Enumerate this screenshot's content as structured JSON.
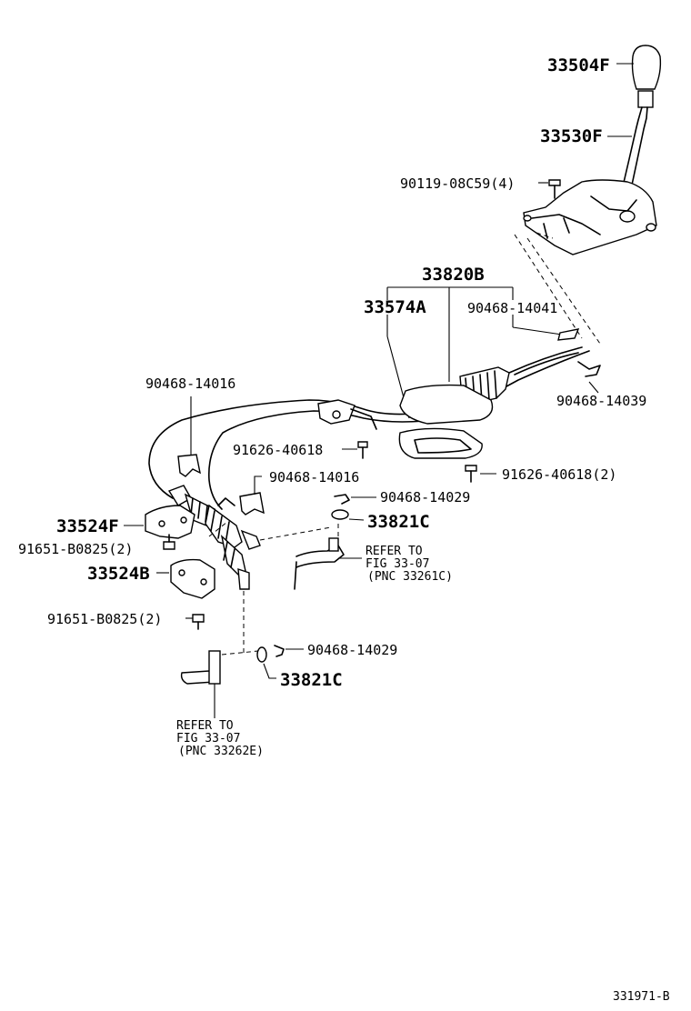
{
  "labels": {
    "p33504F": "33504F",
    "p33530F": "33530F",
    "p90119": "90119-08C59(4)",
    "p33820B": "33820B",
    "p33574A": "33574A",
    "p90468_14041": "90468-14041",
    "p90468_14039": "90468-14039",
    "p90468_14016a": "90468-14016",
    "p91626_a": "91626-40618",
    "p91626_b": "91626-40618(2)",
    "p90468_14016b": "90468-14016",
    "p90468_14029a": "90468-14029",
    "p33821C_a": "33821C",
    "p33524F": "33524F",
    "p91651_a": "91651-B0825(2)",
    "p33524B": "33524B",
    "p91651_b": "91651-B0825(2)",
    "p90468_14029b": "90468-14029",
    "p33821C_b": "33821C",
    "refer1_l1": "REFER TO",
    "refer1_l2": "FIG 33-07",
    "refer1_l3": "(PNC 33261C)",
    "refer2_l1": "REFER TO",
    "refer2_l2": "FIG 33-07",
    "refer2_l3": "(PNC 33262E)",
    "code": "331971-B"
  }
}
